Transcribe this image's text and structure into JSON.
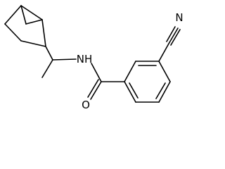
{
  "molecule": {
    "atoms": {
      "nitrile_n": "N",
      "amide_nh": "NH",
      "carbonyl_o": "O"
    }
  }
}
